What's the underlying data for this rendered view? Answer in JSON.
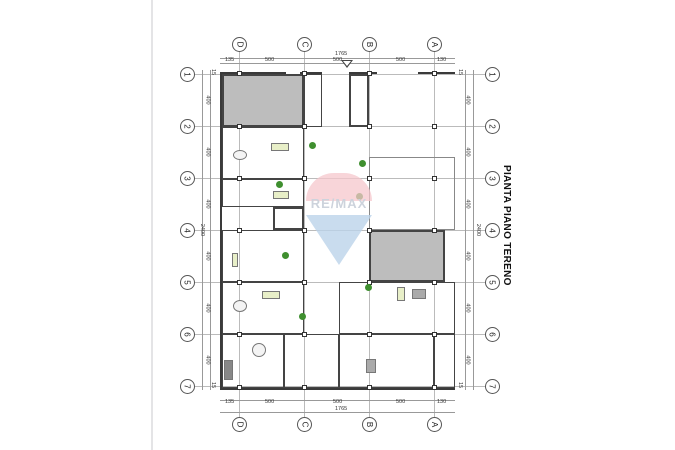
{
  "title": "PIANTA PIANO TERENO",
  "grid": {
    "columns": [
      "D",
      "C",
      "B",
      "A"
    ],
    "rows": [
      "1",
      "2",
      "3",
      "4",
      "5",
      "6",
      "7"
    ]
  },
  "dimensions": {
    "horizontal_segments": [
      "135",
      "500",
      "500",
      "500",
      "130"
    ],
    "horizontal_total": "1765",
    "vertical_segments": [
      "400",
      "400",
      "400",
      "400",
      "400",
      "400"
    ],
    "vertical_edge": "15",
    "vertical_total": "2400"
  },
  "watermark": "RE/MAX",
  "colors": {
    "wall": "#3a3a3a",
    "shaded_area": "#bdbdbd",
    "logo_red": "#f6c7cc",
    "logo_blue": "#bcd3ea",
    "plant": "#3f8f2f"
  }
}
